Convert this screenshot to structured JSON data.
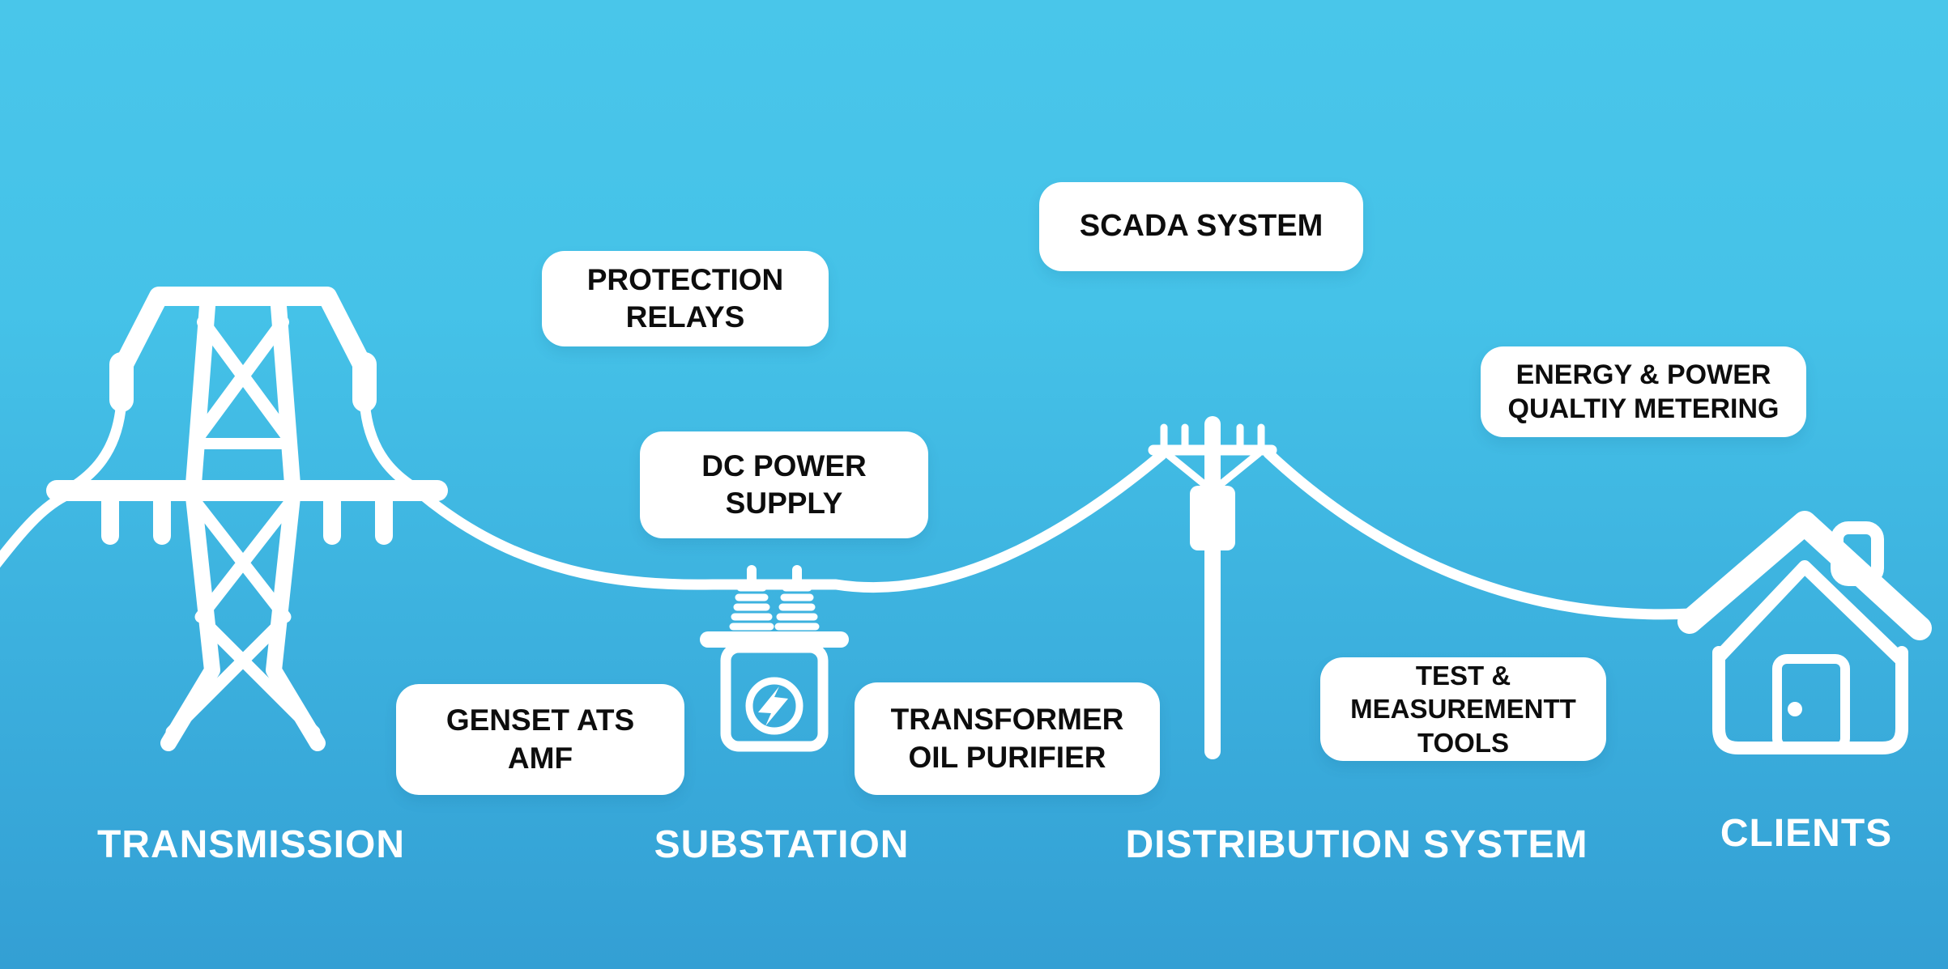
{
  "colors": {
    "background_top": "#49C6EA",
    "background_bottom": "#339FD4",
    "line": "#FFFFFF",
    "callout_bg": "#FFFFFF",
    "callout_text": "#0D0D0D",
    "stage_text": "#FFFFFF"
  },
  "callouts": {
    "protection_relays": {
      "label": "PROTECTION RELAYS"
    },
    "scada_system": {
      "label": "SCADA SYSTEM"
    },
    "dc_power_supply": {
      "label": "DC POWER SUPPLY"
    },
    "energy_power_quality_metering": {
      "label": "ENERGY & POWER QUALTIY METERING"
    },
    "genset_ats_amf": {
      "label": "GENSET ATS AMF"
    },
    "transformer_oil_purifier": {
      "label": "TRANSFORMER OIL PURIFIER"
    },
    "test_measurement_tools": {
      "label": "TEST & MEASUREMENTT TOOLS"
    }
  },
  "stages": {
    "transmission": {
      "label": "TRANSMISSION"
    },
    "substation": {
      "label": "SUBSTATION"
    },
    "distribution_system": {
      "label": "DISTRIBUTION SYSTEM"
    },
    "clients": {
      "label": "CLIENTS"
    }
  },
  "icons": {
    "transmission_tower": "transmission-tower-icon",
    "power_line": "power-line",
    "substation_transformer": "transformer-icon",
    "lightning_bolt": "lightning-bolt-icon",
    "utility_pole": "utility-pole-icon",
    "house": "house-icon"
  }
}
